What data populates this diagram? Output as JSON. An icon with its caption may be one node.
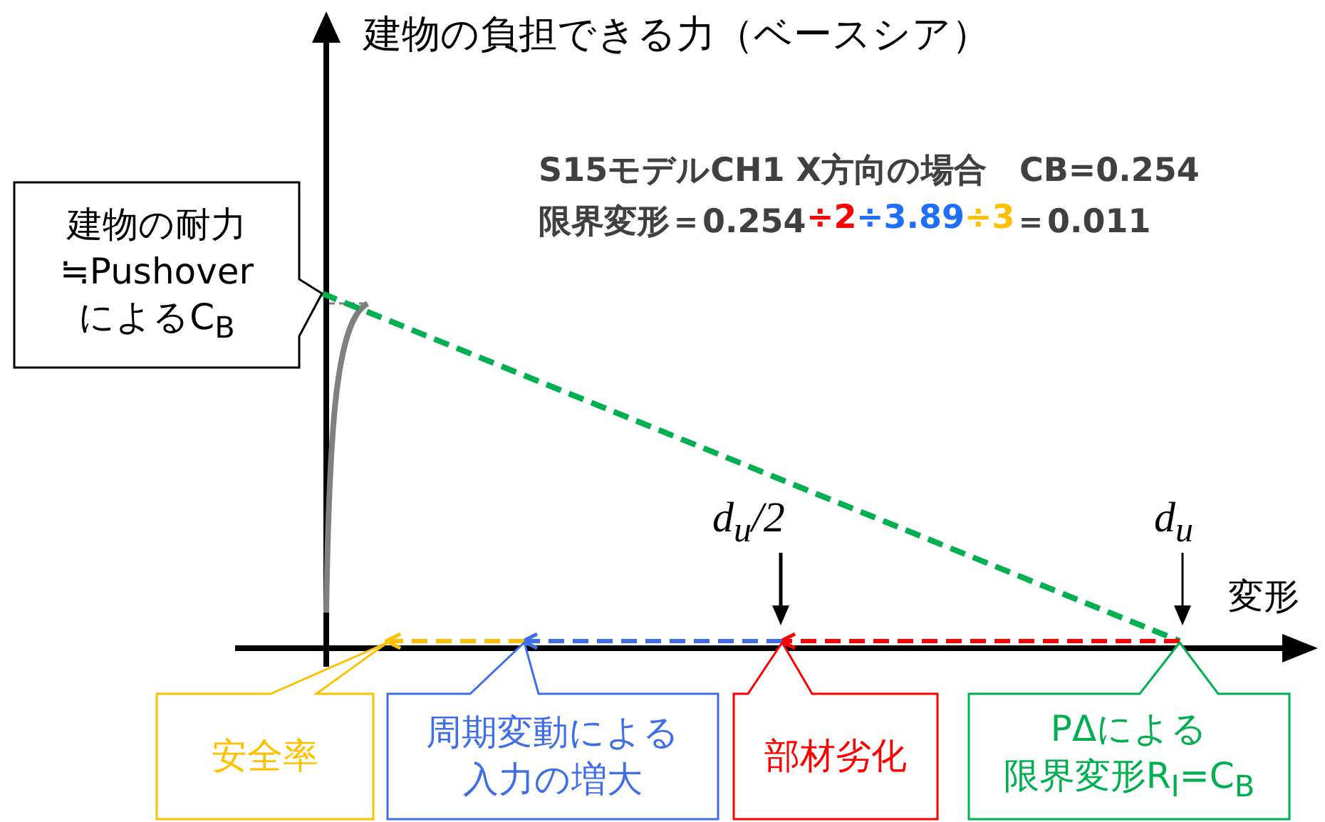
{
  "diagram": {
    "title": "建物の負担できる力（ベースシア）",
    "nodes": [
      {
        "text": [
          "建物の耐力≒PushoverによるC$_{B}$"
        ]
      },
      {
        "text": [
          "安全率"
        ]
      },
      {
        "text": [
          "周期変動による入力の増大"
        ]
      },
      {
        "text": [
          "部材劣化"
        ]
      },
      {
        "text": [
          "PΔによる限界変形R$_{I}$=C$_{B}$"
        ]
      }
    ],
    "edges": [
      {
        "from": 0,
        "to": 4,
        "arrow": "none",
        "style": "dashed",
        "color": "#00b050"
      },
      {
        "from": 4,
        "to": 3,
        "arrow": "to",
        "style": "dashed",
        "color": "#ff0000"
      },
      {
        "from": 3,
        "to": 2,
        "arrow": "to",
        "style": "dashed",
        "color": "#3f6fe8"
      },
      {
        "from": 2,
        "to": 1,
        "arrow": "to",
        "style": "dashed",
        "color": "#ffc000"
      }
    ],
    "labels": [
      "S15モデルCH1 X方向の場合　CB=0.254",
      "限界変形＝0.254",
      "÷2",
      "÷3.89",
      "÷3",
      "＝0.011",
      "d$_{u}$/2",
      "d$_{u}$",
      "変形"
    ]
  }
}
